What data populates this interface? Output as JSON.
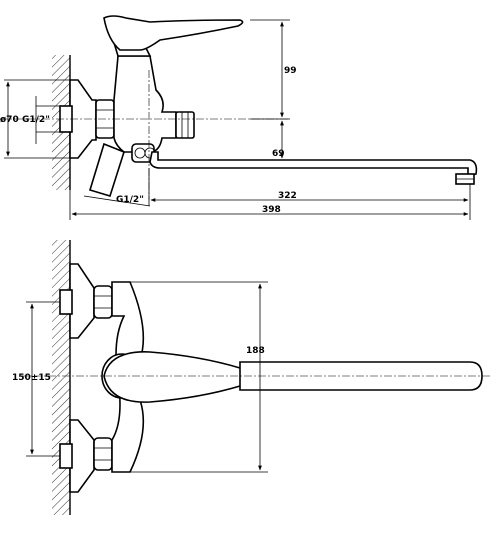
{
  "dimensions": {
    "d99": "99",
    "d69": "69",
    "d322": "322",
    "d398": "398",
    "d70": "ø70",
    "g12_upper": "G1/2\"",
    "g12_lower": "G1/2\"",
    "d150": "150±15",
    "d188": "188"
  }
}
